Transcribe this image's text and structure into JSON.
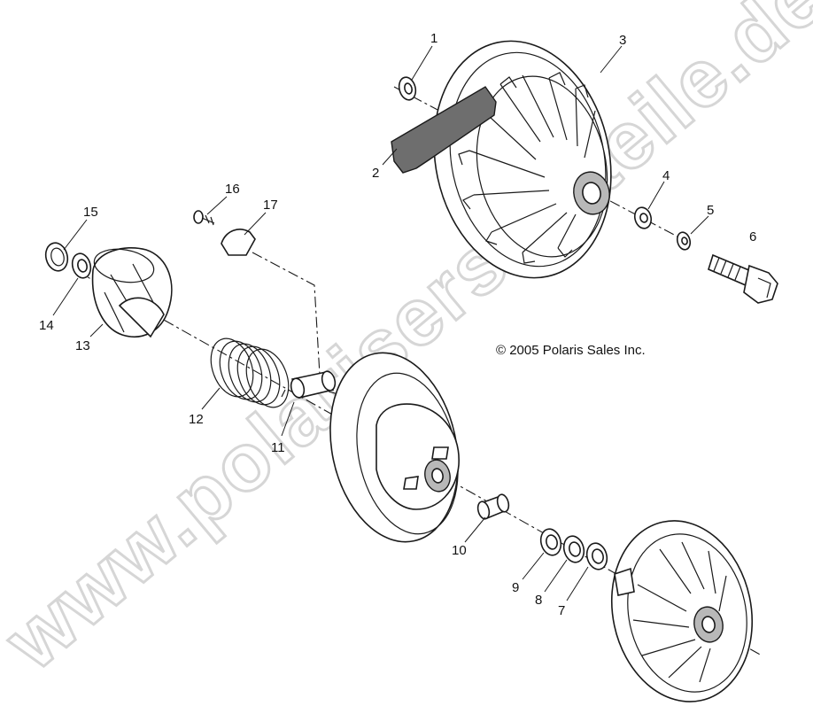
{
  "diagram": {
    "callouts": [
      "1",
      "2",
      "3",
      "4",
      "5",
      "6",
      "7",
      "8",
      "9",
      "10",
      "11",
      "12",
      "13",
      "14",
      "15",
      "16",
      "17"
    ],
    "copyright": "© 2005 Polaris Sales Inc.",
    "watermark": "www.polarisersatzteile.de"
  }
}
